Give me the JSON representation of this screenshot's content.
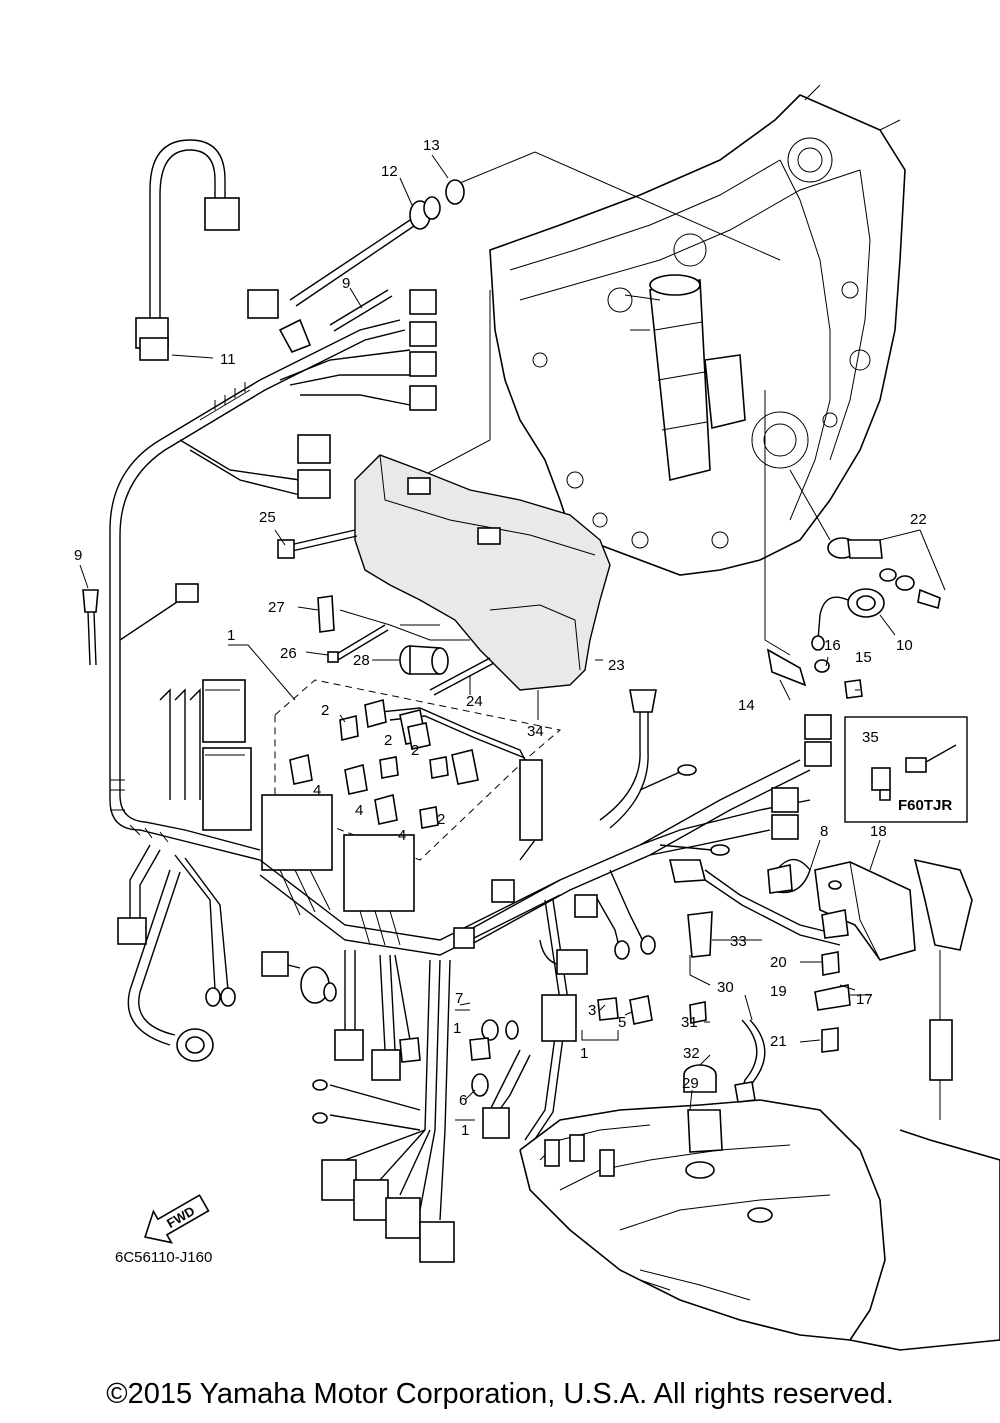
{
  "callouts": {
    "c1": "1",
    "c2": "2",
    "c3": "3",
    "c4": "4",
    "c5": "5",
    "c6": "6",
    "c7": "7",
    "c8": "8",
    "c9": "9",
    "c10": "10",
    "c11": "11",
    "c12": "12",
    "c13": "13",
    "c14": "14",
    "c15": "15",
    "c16": "16",
    "c17": "17",
    "c18": "18",
    "c19": "19",
    "c20": "20",
    "c21": "21",
    "c22": "22",
    "c23": "23",
    "c24": "24",
    "c25": "25",
    "c26": "26",
    "c27": "27",
    "c28": "28",
    "c29": "29",
    "c30": "30",
    "c31": "31",
    "c32": "32",
    "c33": "33",
    "c34": "34",
    "c35": "35"
  },
  "variant_box": {
    "label": "F60TJR"
  },
  "direction_arrow": {
    "label": "FWD"
  },
  "diagram_code": "6C56110-J160",
  "copyright": "©2015 Yamaha Motor Corporation, U.S.A. All rights reserved."
}
